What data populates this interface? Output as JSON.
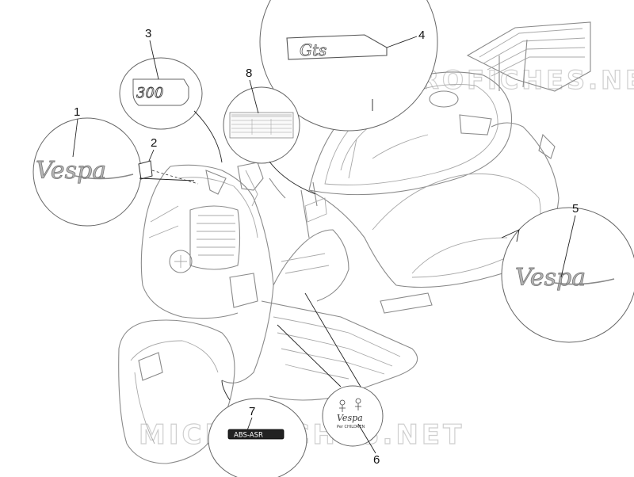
{
  "watermarks": [
    "MICROFICHES.NET",
    "MICROFICHES.NET"
  ],
  "callouts": [
    {
      "number": "1"
    },
    {
      "number": "2"
    },
    {
      "number": "3"
    },
    {
      "number": "4"
    },
    {
      "number": "5"
    },
    {
      "number": "6"
    },
    {
      "number": "7"
    },
    {
      "number": "8"
    }
  ],
  "badges": {
    "vespa_left": "Vespa",
    "vespa_right": "Vespa",
    "three_hundred": "300",
    "gts": "Gts",
    "abs_asr": "ABS-ASR",
    "vespa_small": "Vespa",
    "for_children": "Per CHILDREN"
  }
}
